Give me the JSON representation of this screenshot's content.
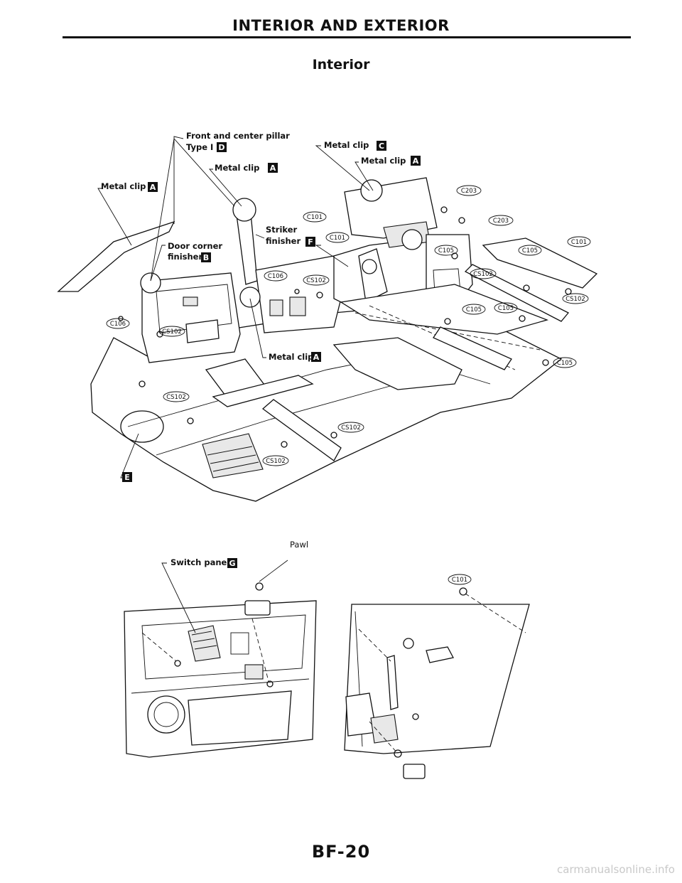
{
  "header": {
    "section_title": "INTERIOR AND EXTERIOR",
    "page_heading": "Interior"
  },
  "callouts": {
    "front_center_pillar_line1": "Front and center pillar",
    "front_center_pillar_line2": "Type I",
    "front_center_pillar_badge": "D",
    "metal_clip_c": "Metal clip",
    "metal_clip_c_badge": "C",
    "metal_clip_a_pillar": "Metal clip",
    "metal_clip_a_pillar_badge": "A",
    "metal_clip_a_right": "Metal clip",
    "metal_clip_a_right_badge": "A",
    "metal_clip_a_left": "Metal clip",
    "metal_clip_a_left_badge": "A",
    "striker_line1": "Striker",
    "striker_line2": "finisher",
    "striker_badge": "F",
    "door_corner_line1": "Door corner",
    "door_corner_line2": "finisher",
    "door_corner_badge": "B",
    "metal_clip_a_bottom": "Metal clip",
    "metal_clip_a_bottom_badge": "A",
    "carpet_badge": "E",
    "switch_panel": "Switch panel",
    "switch_panel_badge": "G",
    "pawl": "Pawl"
  },
  "part_refs": {
    "c203_a": "C203",
    "c203_b": "C203",
    "c101_a": "C101",
    "c101_b": "C101",
    "c101_c": "C101",
    "c101_door": "C101",
    "c105_a": "C105",
    "c105_b": "C105",
    "c105_c": "C105",
    "c105_d": "C105",
    "cs102_a": "CS102",
    "cs102_b": "CS102",
    "cs102_c": "CS102",
    "cs102_d": "CS102",
    "cs102_e": "CS102",
    "cs102_f": "CS102",
    "cs102_g": "CS102",
    "c106_a": "C106",
    "c106_b": "C106"
  },
  "footer": {
    "page_number": "BF-20",
    "watermark": "carmanualsonline.info"
  }
}
